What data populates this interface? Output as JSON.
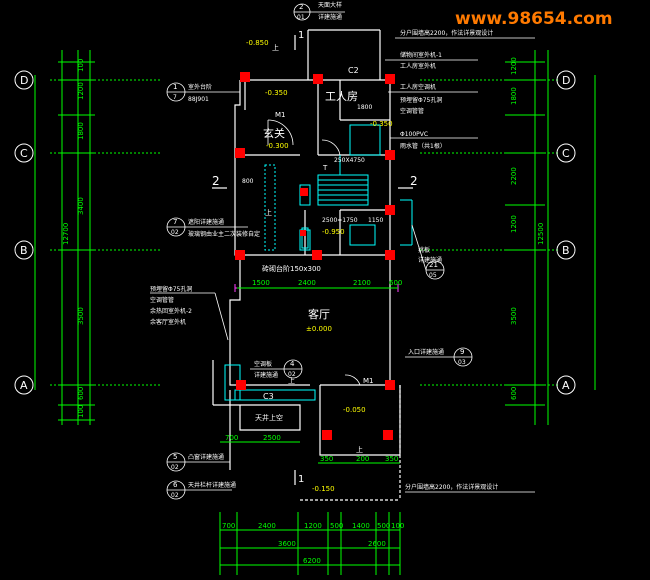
{
  "watermark": "www.98654.com",
  "colors": {
    "background": "#000000",
    "grid": "#00ff00",
    "wall": "#ffffff",
    "column": "#ff0000",
    "stair": "#00ffff",
    "text": "#ffffff",
    "label": "#ffff00",
    "dimension": "#00ff00",
    "watermark": "#ff7a00",
    "cabinet": "#00ffff"
  },
  "axes": {
    "left": [
      "D",
      "C",
      "B",
      "A"
    ],
    "right": [
      "D",
      "C",
      "B",
      "A"
    ]
  },
  "left_dims": {
    "outer": [
      "100",
      "1200",
      "1800",
      "3400",
      "3500",
      "600",
      "100"
    ],
    "total": "12700"
  },
  "right_dims": {
    "outer": [
      "1200",
      "1800",
      "2200",
      "1200",
      "3500",
      "600"
    ],
    "total": "12500"
  },
  "rooms": {
    "workroom": "工人房",
    "entry": "玄关",
    "living": "客厅",
    "c2": "C2",
    "c3": "C3",
    "m1_top": "M1",
    "m1_bottom": "M1"
  },
  "levels": {
    "top": "-0.850",
    "workroom": "-0.350",
    "right_upper": "-0.350",
    "entry": "-0.300",
    "stair": "-0.950",
    "living": "±0.000",
    "bottom_right": "-0.050",
    "bottom": "-0.150"
  },
  "callouts": {
    "top_ref": "2",
    "top_ref_sub": "01",
    "top_note": "详建施通",
    "top_note2": "天面大样",
    "left1_num": "1",
    "left1_sub": "7",
    "left1_a": "室外台阶",
    "left1_b": "88J901",
    "left2_num": "7",
    "left2_sub": "02",
    "left2_a": "遮阳详建施通",
    "left2_b": "玻璃钢由业主二次装修自定",
    "left3_a": "预埋留Φ75孔洞",
    "left3_b": "空调管管",
    "left3_c": "余热回室外机-2",
    "left3_d": "余客厅室外机",
    "mid_num": "4",
    "mid_sub": "02",
    "mid_a": "空调板",
    "mid_b": "详建施通",
    "left4_num": "5",
    "left4_sub": "02",
    "left4_a": "凸窗详建施通",
    "left5_num": "6",
    "left5_sub": "02",
    "left5_a": "天井栏杆详建施通",
    "right_a": "分户围墙高2200，作法详景观设计",
    "right_b": "储物间室外机-1",
    "right_c": "工人房室外机",
    "right_d": "工人房空调机",
    "right_e": "预埋留Φ75孔洞",
    "right_f": "空调管管",
    "right_g": "Φ100PVC",
    "right_h": "雨水管（共1根）",
    "right_i": "挑板",
    "right_j": "详建施通",
    "right_num": "21",
    "right_sub": "05",
    "entry_num": "9",
    "entry_sub": "03",
    "entry_a": "入口详建施通",
    "bottom_note": "分户围墙高2200，作法详景观设计",
    "step_note": "砖砌台阶150x300",
    "skylight": "天井上空",
    "win_note": "250X4750",
    "win_note2": "2500=1750",
    "small_1150": "1150",
    "small_1800": "1800",
    "small_800": "800",
    "section_left": "2",
    "section_right": "2",
    "section_top": "1",
    "section_bottom": "1",
    "up_label": "上",
    "up_label2": "上",
    "up_label3": "上",
    "up_label4": "上",
    "door_t": "T"
  },
  "mid_dims": [
    "1500",
    "2400",
    "2100",
    "600"
  ],
  "bottom_dims_row1": [
    "700",
    "2400",
    "1200",
    "500",
    "1400",
    "500",
    "100"
  ],
  "bottom_dims_row2": [
    "3600",
    "2600"
  ],
  "bottom_total": "6200",
  "lower_dims": [
    "700",
    "2500"
  ],
  "lower_dims2": [
    "350",
    "200",
    "350"
  ]
}
